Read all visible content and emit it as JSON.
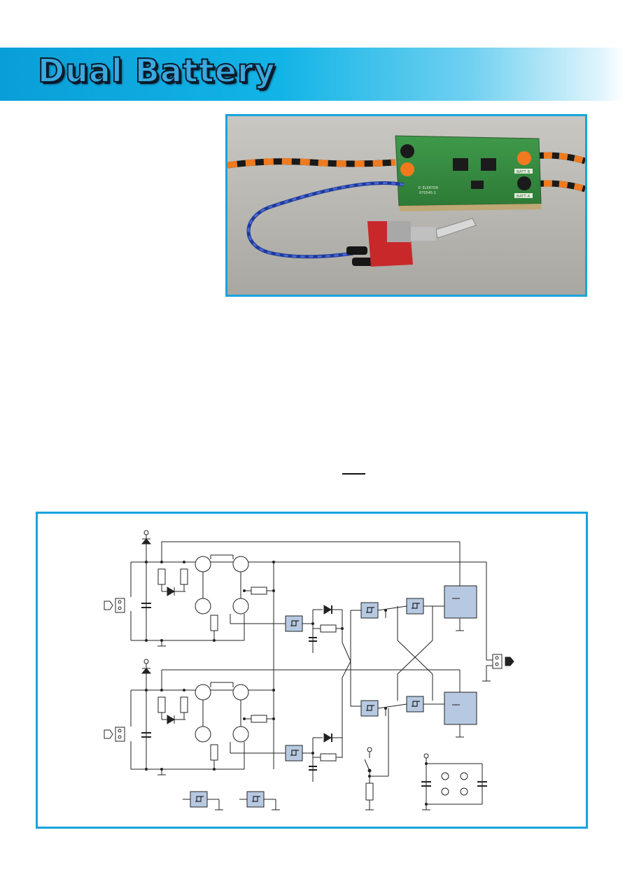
{
  "header": {
    "title": "Dual Battery",
    "banner_colors": [
      "#0a9ed8",
      "#12b4e6",
      "#6fd0f0",
      "#ffffff"
    ]
  },
  "photo": {
    "pcb_label_top": "BATT B",
    "pcb_label_bottom": "BATT A",
    "pcb_maker": "© ELEKTOR",
    "pcb_code": "070545-1"
  },
  "accent_color": "#17a4dc"
}
